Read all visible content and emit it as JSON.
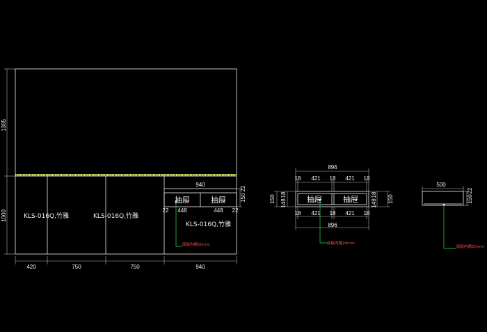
{
  "colors": {
    "background": "#000000",
    "outline": "#f2f2f2",
    "dim_line": "#b8b8b8",
    "glow_line": "#e8ff3a",
    "leader": "#2ee04a",
    "note_text": "#ff5050"
  },
  "elevation": {
    "height_dims": [
      "1385",
      "1000"
    ],
    "bottom_dims": [
      "420",
      "750",
      "750",
      "940"
    ],
    "panel_labels": [
      "KLS-016Q,竹雅",
      "KLS-016Q,竹雅",
      "KLS-016Q,竹雅"
    ],
    "drawer_top_dim": "940",
    "drawer_side_dim": "150",
    "drawer_side_small": "22",
    "drawers": [
      "抽屉",
      "抽屉"
    ],
    "drawer_bottom_dims": [
      "22",
      "448",
      "448",
      "22"
    ],
    "note": "底板内缩20mm"
  },
  "plan": {
    "top_total": "896",
    "top_parts": [
      "18",
      "421",
      "18",
      "421",
      "18"
    ],
    "side_left": "150",
    "side_left_inner": "18",
    "side_left_inner2": "148",
    "side_right": "150",
    "side_right_inner": "18",
    "side_right_inner2": "148",
    "bottom_parts": [
      "18",
      "421",
      "18",
      "421",
      "18"
    ],
    "bottom_total": "896",
    "note": "底板内缩20mm"
  },
  "section": {
    "width_dim": "500",
    "height_dim": "150",
    "small_dim": "22",
    "note": "底板内缩20mm"
  }
}
